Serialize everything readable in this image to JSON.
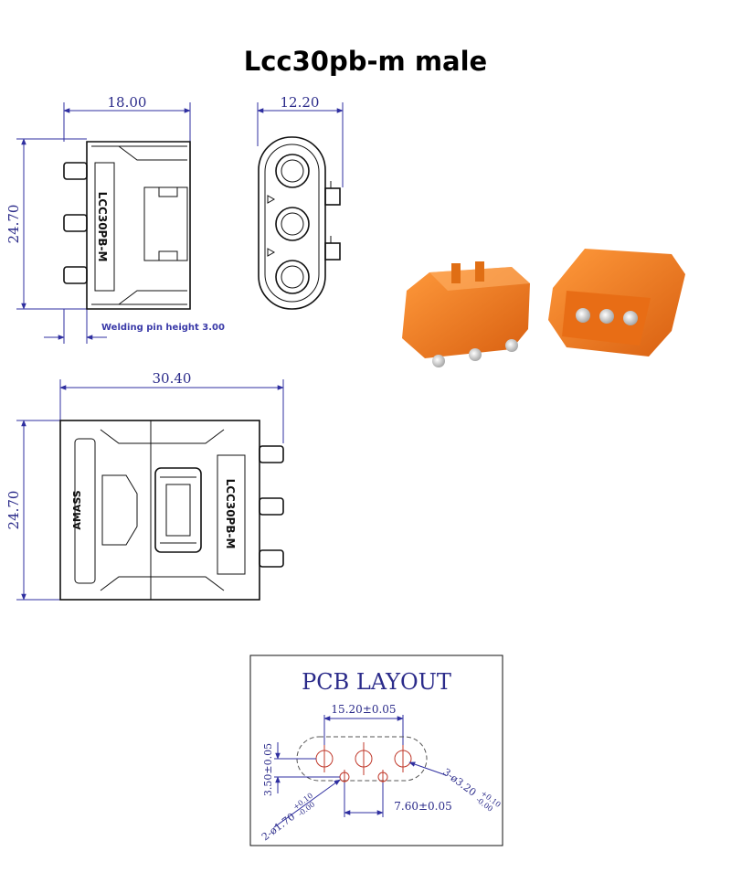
{
  "title": "Lcc30pb-m male",
  "top_view": {
    "width_dim": "18.00",
    "height_dim": "24.70",
    "label": "LCC30PB-M",
    "note": "Welding pin height 3.00"
  },
  "end_view": {
    "width_dim": "12.20"
  },
  "side_view": {
    "width_dim": "30.40",
    "height_dim": "24.70",
    "label": "LCC30PB-M",
    "brand": "AMASS"
  },
  "pcb_layout": {
    "title": "PCB LAYOUT",
    "pitch_dim": "15.20±0.05",
    "row_offset_dim": "3.50±0.05",
    "small_hole_pitch_dim": "7.60±0.05",
    "small_hole_note": "2-ø1.70",
    "small_hole_tol_upper": "+0.10",
    "small_hole_tol_lower": "-0.00",
    "large_hole_note": "3-ø3.20",
    "large_hole_tol_upper": "+0.10",
    "large_hole_tol_lower": "-0.00"
  },
  "colors": {
    "dimension": "#2f2fa0",
    "outline": "#111111",
    "connector": "#f07d1a",
    "pcb_hole": "#c0392b"
  }
}
